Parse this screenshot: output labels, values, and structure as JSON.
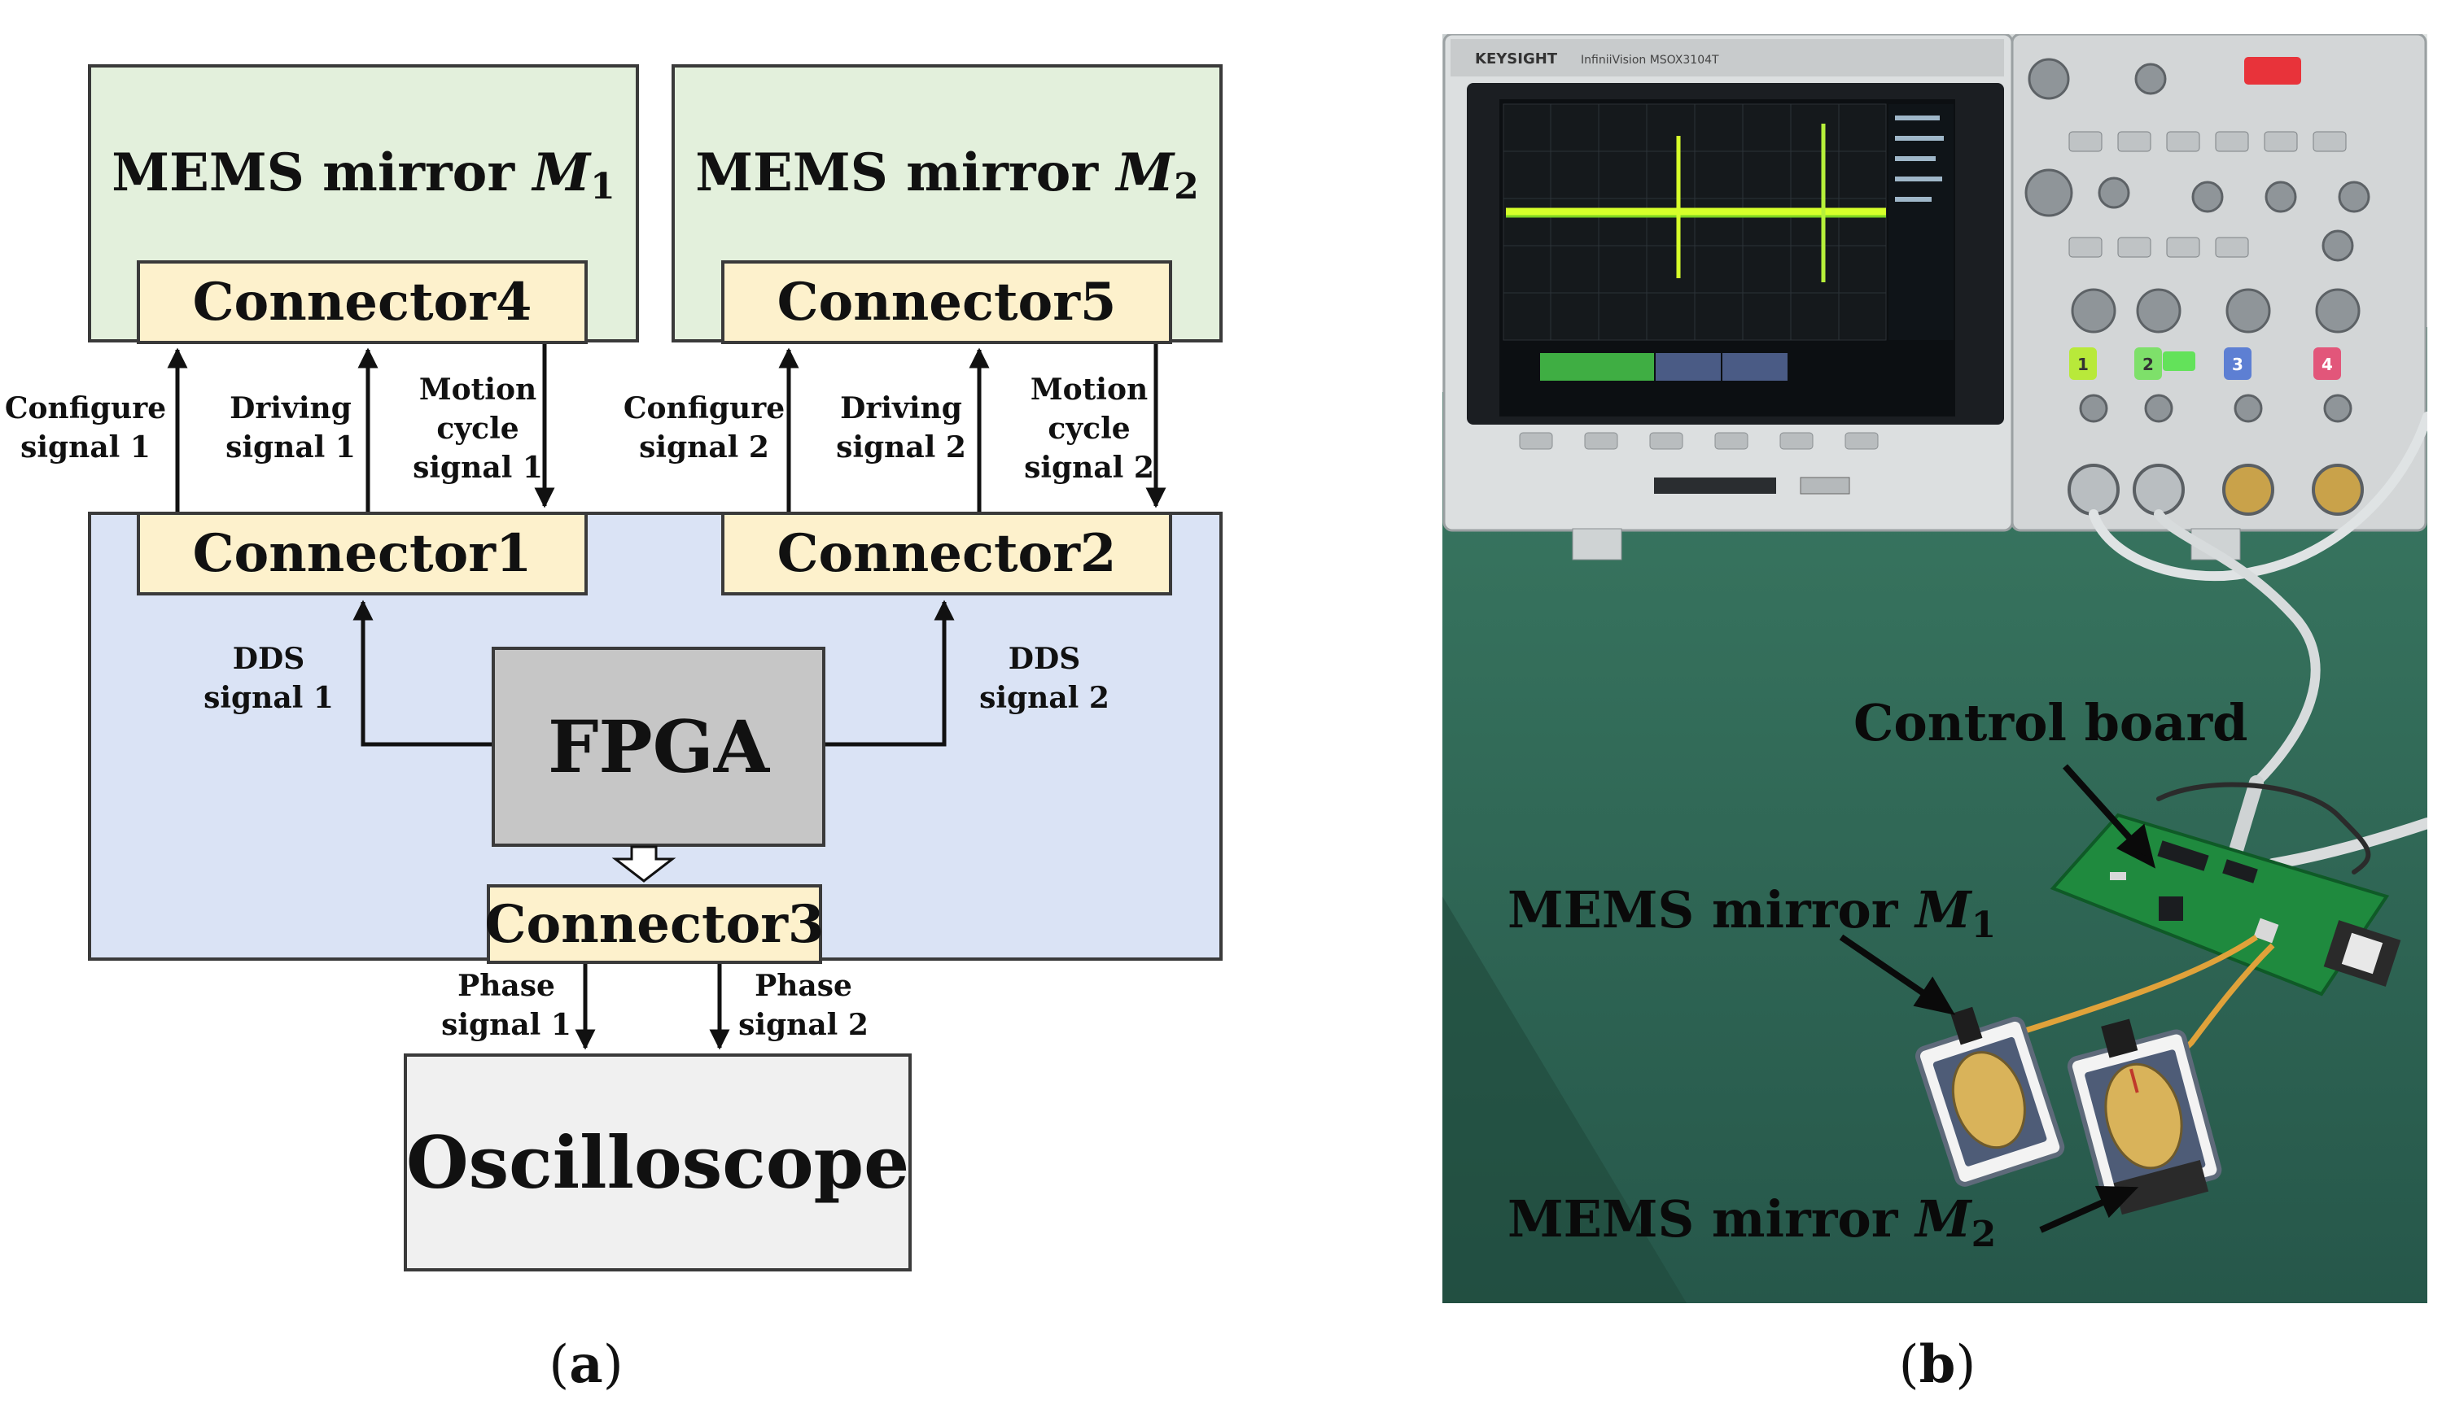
{
  "panel_a": {
    "mirror1": {
      "prefix": "MEMS mirror ",
      "var": "M",
      "sub": "1"
    },
    "mirror2": {
      "prefix": "MEMS mirror ",
      "var": "M",
      "sub": "2"
    },
    "connector4": "Connector4",
    "connector5": "Connector5",
    "connector1": "Connector1",
    "connector2": "Connector2",
    "connector3": "Connector3",
    "fpga": "FPGA",
    "oscilloscope": "Oscilloscope",
    "signals": {
      "configure1": [
        "Configure",
        "signal 1"
      ],
      "driving1": [
        "Driving",
        "signal 1"
      ],
      "motion1": [
        "Motion",
        "cycle",
        "signal 1"
      ],
      "configure2": [
        "Configure",
        "signal 2"
      ],
      "driving2": [
        "Driving",
        "signal 2"
      ],
      "motion2": [
        "Motion",
        "cycle",
        "signal 2"
      ],
      "dds1": [
        "DDS",
        "signal 1"
      ],
      "dds2": [
        "DDS",
        "signal 2"
      ],
      "phase1": [
        "Phase",
        "signal 1"
      ],
      "phase2": [
        "Phase",
        "signal 2"
      ]
    },
    "caption": {
      "open": "(",
      "letter": "a",
      "close": ")"
    }
  },
  "panel_b": {
    "instrument": {
      "brand": "KEYSIGHT",
      "model": "InfiniiVision MSOX3104T",
      "channel_labels": [
        "1",
        "2",
        "3",
        "4"
      ]
    },
    "labels": {
      "control_board": "Control board",
      "mirror1": {
        "prefix": "MEMS mirror ",
        "var": "M",
        "sub": "1"
      },
      "mirror2": {
        "prefix": "MEMS mirror  ",
        "var": "M",
        "sub": "2"
      }
    },
    "caption": {
      "open": "(",
      "letter": "b",
      "close": ")"
    }
  },
  "colors": {
    "mirror_box": "#e3f0dc",
    "board_box": "#dae3f5",
    "connector": "#fdf1cc",
    "fpga": "#c6c6c6",
    "oscilloscope_box": "#f0f0f0",
    "trace": "#d6ff2a",
    "mat": "#2f6b56"
  }
}
